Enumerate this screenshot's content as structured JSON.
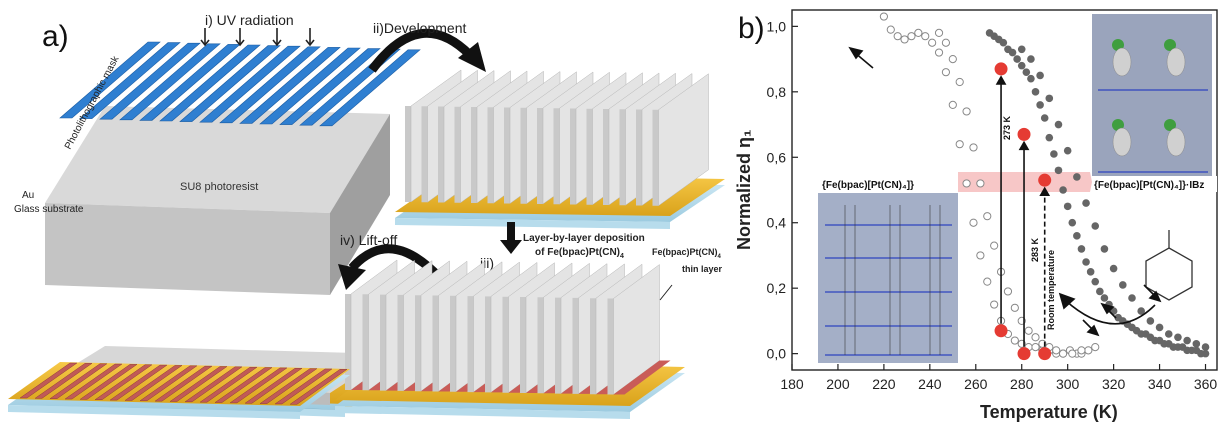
{
  "panel_a": {
    "label": "a)",
    "uv": "i) UV radiation",
    "development": "ii)Development",
    "mask": "Photolithographic mask",
    "photoresist": "SU8 photoresist",
    "au": "Au",
    "glass": "Glass substrate",
    "lbl_step": "iii)",
    "lbl_line1": "Layer-by-layer deposition",
    "lbl_line2": "of Fe(bpac)Pt(CN)",
    "lbl_sub": "4",
    "thin_line1": "Fe(bpac)Pt(CN)",
    "thin_sub": "4",
    "thin_line2": "thin layer",
    "liftoff": "iv) Lift-off"
  },
  "panel_b": {
    "label": "b)",
    "inset_left_label": "{Fe(bpac)[Pt(CN)₄]}",
    "inset_right_label": "{Fe(bpac)[Pt(CN)₄]}·IBz",
    "annot_273": "273 K",
    "annot_283": "283 K",
    "annot_room": "Room temperature"
  },
  "chart_data": {
    "type": "scatter",
    "xlabel": "Temperature (K)",
    "ylabel": "Normalized η₁",
    "xlim": [
      180,
      365
    ],
    "ylim": [
      -0.05,
      1.05
    ],
    "x_ticks": [
      "180",
      "200",
      "220",
      "240",
      "260",
      "280",
      "300",
      "320",
      "340",
      "360"
    ],
    "y_ticks": [
      "0,0",
      "0,2",
      "0,4",
      "0,6",
      "0,8",
      "1,0"
    ],
    "series": [
      {
        "marker": "open-circle",
        "color": "#888888",
        "x": [
          220,
          223,
          226,
          229,
          232,
          235,
          238,
          241,
          244,
          247,
          250,
          253,
          256,
          259,
          262,
          265,
          268,
          271,
          274,
          277,
          280,
          283,
          286,
          289,
          292,
          295,
          298,
          301,
          304,
          306,
          309,
          312,
          244,
          247,
          250,
          253,
          256,
          259,
          262,
          265,
          268,
          271,
          274,
          277,
          280,
          283,
          286,
          289,
          292,
          295,
          298,
          302,
          306
        ],
        "y": [
          1.03,
          0.99,
          0.97,
          0.96,
          0.97,
          0.98,
          0.97,
          0.95,
          0.92,
          0.86,
          0.76,
          0.64,
          0.52,
          0.4,
          0.3,
          0.22,
          0.15,
          0.1,
          0.06,
          0.04,
          0.03,
          0.02,
          0.02,
          0.01,
          0.01,
          0.0,
          0.0,
          0.01,
          0.0,
          0.0,
          0.01,
          0.02,
          0.98,
          0.95,
          0.9,
          0.83,
          0.74,
          0.63,
          0.52,
          0.42,
          0.33,
          0.25,
          0.19,
          0.14,
          0.1,
          0.07,
          0.05,
          0.03,
          0.02,
          0.01,
          0.0,
          0.0,
          0.01
        ]
      },
      {
        "marker": "filled-circle",
        "color": "#666666",
        "x": [
          266,
          268,
          270,
          272,
          274,
          276,
          278,
          280,
          282,
          284,
          286,
          288,
          290,
          292,
          294,
          296,
          298,
          300,
          302,
          304,
          306,
          308,
          310,
          312,
          314,
          316,
          318,
          320,
          322,
          324,
          326,
          328,
          330,
          332,
          334,
          336,
          338,
          340,
          342,
          344,
          346,
          348,
          350,
          352,
          354,
          356,
          358,
          360,
          280,
          284,
          288,
          292,
          296,
          300,
          304,
          308,
          312,
          316,
          320,
          324,
          328,
          332,
          336,
          340,
          344,
          348,
          352,
          356,
          360
        ],
        "y": [
          0.98,
          0.97,
          0.96,
          0.95,
          0.93,
          0.92,
          0.9,
          0.88,
          0.86,
          0.84,
          0.8,
          0.76,
          0.72,
          0.66,
          0.61,
          0.56,
          0.5,
          0.45,
          0.4,
          0.36,
          0.32,
          0.28,
          0.25,
          0.22,
          0.19,
          0.17,
          0.15,
          0.13,
          0.11,
          0.1,
          0.09,
          0.08,
          0.07,
          0.06,
          0.06,
          0.05,
          0.04,
          0.04,
          0.03,
          0.03,
          0.02,
          0.02,
          0.02,
          0.01,
          0.01,
          0.01,
          0.0,
          0.0,
          0.93,
          0.9,
          0.85,
          0.78,
          0.7,
          0.62,
          0.54,
          0.46,
          0.39,
          0.32,
          0.26,
          0.21,
          0.17,
          0.13,
          0.1,
          0.08,
          0.06,
          0.05,
          0.04,
          0.03,
          0.02
        ]
      },
      {
        "marker": "red-circle",
        "color": "#e53b33",
        "x": [
          271,
          271,
          281,
          281,
          290,
          290
        ],
        "y": [
          0.87,
          0.07,
          0.0,
          0.67,
          0.53,
          0.0
        ]
      }
    ]
  }
}
